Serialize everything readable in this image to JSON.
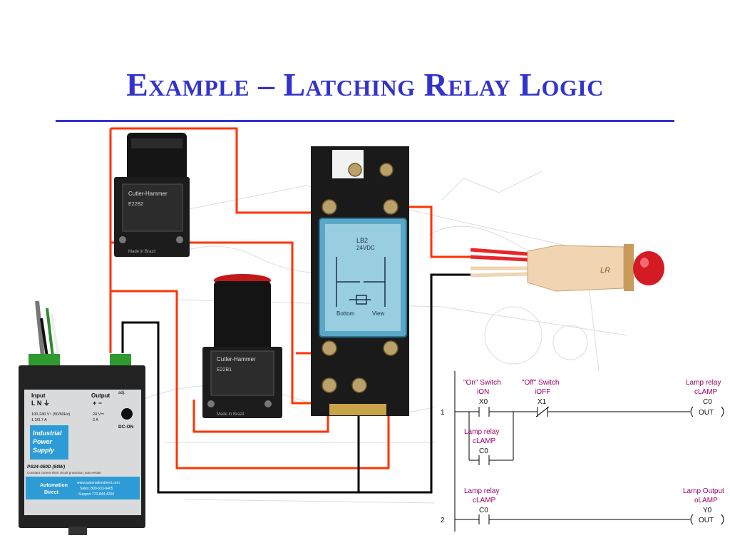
{
  "slide": {
    "title": "Example – Latching Relay Logic"
  },
  "devices": {
    "switch_top": {
      "brand": "Cutler-Hammer",
      "model": "E22B2",
      "made": "Made in Brazil"
    },
    "switch_bottom": {
      "brand": "Cutler-Hammer",
      "model": "E22B1",
      "made": "Made in Brazil"
    },
    "relay": {
      "model": "LB2",
      "voltage": "24VDC",
      "bottom": "Bottom",
      "view": "View"
    },
    "lamp": {
      "mark": "LR"
    },
    "power_supply": {
      "input_label": "Input",
      "input_terms": "L N ⏚",
      "input_spec_1": "100-240 V~ (50/60Hz)",
      "input_spec_2": "1.2/0.7 A",
      "output_label": "Output",
      "output_terms": "+ −",
      "output_spec_1": "24 V⎓",
      "output_spec_2": "2 A",
      "adj": "adj.",
      "dc_on": "DC-ON",
      "brand_1": "Industrial",
      "brand_2": "Power",
      "brand_3": "Supply",
      "model": "PS24-050D (50W)",
      "note": "Constant current short circuit protection, auto-restart",
      "ad_1": "Automation",
      "ad_2": "Direct",
      "web": "www.automationdirect.com",
      "sales": "Sales: 800-633-0405",
      "support": "Support 770-844-4200"
    }
  },
  "ladder": {
    "rung1": {
      "number": "1",
      "on_title": "\"On\" Switch",
      "on_tag": "iON",
      "on_addr": "X0",
      "off_title": "\"Off\" Switch",
      "off_tag": "iOFF",
      "off_addr": "X1",
      "coil_title": "Lamp relay",
      "coil_tag": "cLAMP",
      "coil_addr": "C0",
      "coil_type": "OUT",
      "latch_title": "Lamp relay",
      "latch_tag": "cLAMP",
      "latch_addr": "C0"
    },
    "rung2": {
      "number": "2",
      "contact_title": "Lamp relay",
      "contact_tag": "cLAMP",
      "contact_addr": "C0",
      "coil_title": "Lamp Output",
      "coil_tag": "oLAMP",
      "coil_addr": "Y0",
      "coil_type": "OUT"
    }
  },
  "colors": {
    "title": "#3333cc",
    "wire_red": "#ff3300",
    "wire_black": "#000000",
    "ladder_label": "#990066"
  }
}
